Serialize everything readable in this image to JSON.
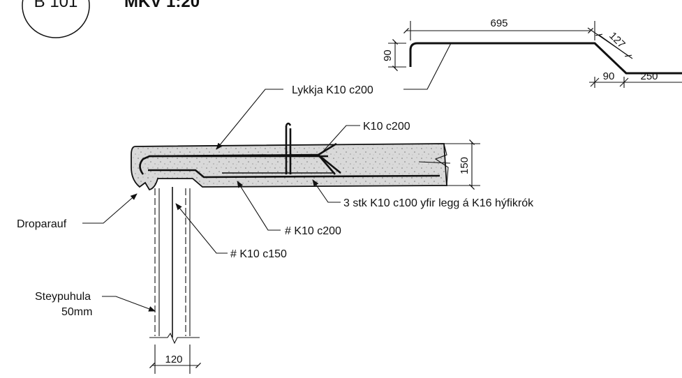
{
  "header": {
    "detail_id": "B 101",
    "detail_title": "MKV 1:20"
  },
  "bar_shape": {
    "dim_top": "695",
    "dim_diag": "127",
    "dim_hook": "90",
    "dim_bottom_left": "90",
    "dim_bottom_right": "250"
  },
  "section": {
    "dim_thickness": "150",
    "dim_wall": "120"
  },
  "labels": {
    "lykkja": "Lykkja K10 c200",
    "k10_top": "K10 c200",
    "stk": "3 stk K10 c100 yfir legg á K16 hýfikrók",
    "mesh_slab": "# K10 c200",
    "mesh_wall": "# K10 c150",
    "droparauf": "Droparauf",
    "steypuhula_1": "Steypuhula",
    "steypuhula_2": "50mm"
  }
}
